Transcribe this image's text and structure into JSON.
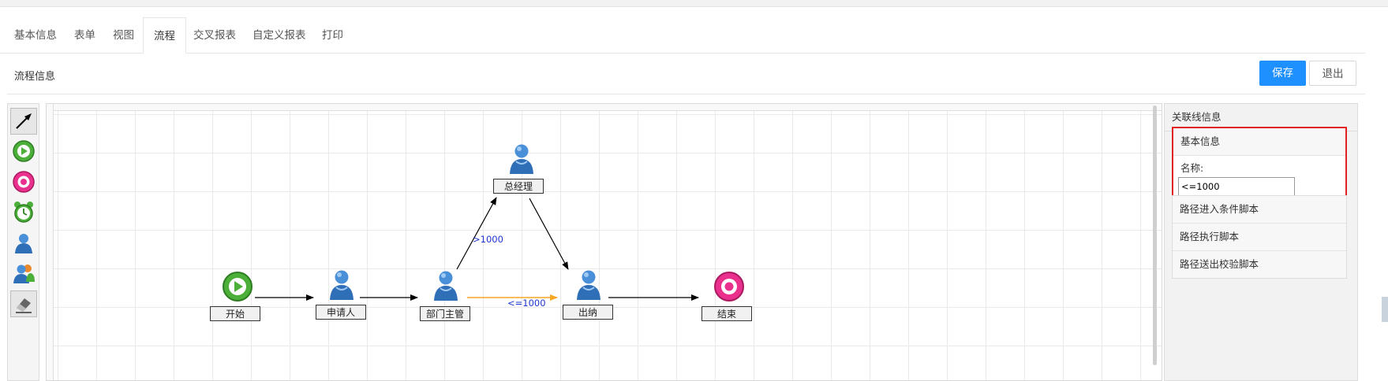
{
  "tabs": [
    {
      "label": "基本信息"
    },
    {
      "label": "表单"
    },
    {
      "label": "视图"
    },
    {
      "label": "流程",
      "active": true
    },
    {
      "label": "交叉报表"
    },
    {
      "label": "自定义报表"
    },
    {
      "label": "打印"
    }
  ],
  "subheader": {
    "title": "流程信息",
    "save_label": "保存",
    "exit_label": "退出"
  },
  "toolbox": [
    {
      "icon": "select-arrow-icon"
    },
    {
      "icon": "start-node-icon"
    },
    {
      "icon": "end-node-icon"
    },
    {
      "icon": "timer-node-icon"
    },
    {
      "icon": "user-task-icon"
    },
    {
      "icon": "group-task-icon"
    },
    {
      "icon": "eraser-icon"
    }
  ],
  "diagram": {
    "nodes": [
      {
        "id": "start",
        "label": "开始",
        "icon": "start-node-icon"
      },
      {
        "id": "applicant",
        "label": "申请人",
        "icon": "user-task-icon"
      },
      {
        "id": "dept_manager",
        "label": "部门主管",
        "icon": "user-task-icon"
      },
      {
        "id": "general_manager",
        "label": "总经理",
        "icon": "user-task-icon"
      },
      {
        "id": "cashier",
        "label": "出纳",
        "icon": "user-task-icon"
      },
      {
        "id": "end",
        "label": "结束",
        "icon": "end-node-icon"
      }
    ],
    "edges": [
      {
        "from": "start",
        "to": "applicant",
        "label": ""
      },
      {
        "from": "applicant",
        "to": "dept_manager",
        "label": ""
      },
      {
        "from": "dept_manager",
        "to": "general_manager",
        "label": ">1000"
      },
      {
        "from": "dept_manager",
        "to": "cashier",
        "label": "<=1000",
        "selected": true
      },
      {
        "from": "general_manager",
        "to": "cashier",
        "label": ""
      },
      {
        "from": "cashier",
        "to": "end",
        "label": ""
      }
    ],
    "colors": {
      "edge": "#000000",
      "selected_edge": "#f5a623",
      "edge_label": "#1d35d1"
    }
  },
  "panel": {
    "title": "关联线信息",
    "basic_info_label": "基本信息",
    "name_label": "名称:",
    "name_value": "<=1000",
    "sections": [
      {
        "label": "路径进入条件脚本"
      },
      {
        "label": "路径执行脚本"
      },
      {
        "label": "路径送出校验脚本"
      }
    ],
    "highlight_color": "#e32020"
  },
  "accent_color": "#1e90ff"
}
